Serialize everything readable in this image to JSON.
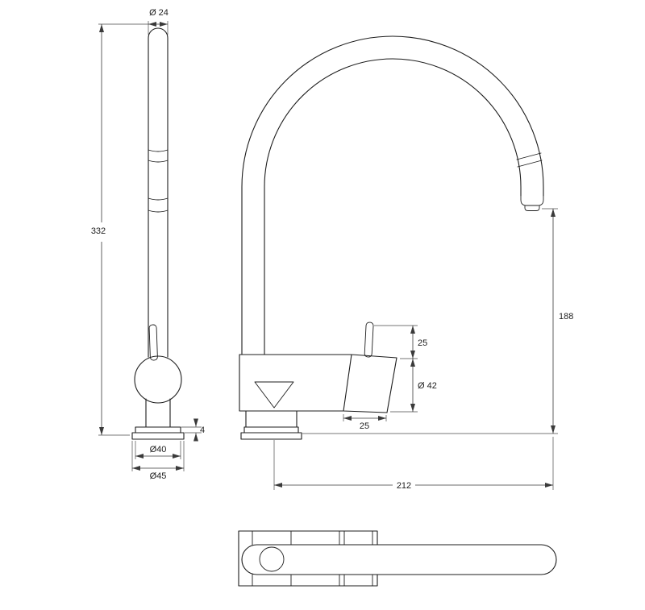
{
  "page": {
    "background": "#ffffff",
    "line_color": "#1d1d1d",
    "content": "technical drawing of kitchen mixer tap, three orthographic views with dimensions"
  },
  "labels": {
    "spout_tip_diameter": "Ø 24",
    "overall_height": "332",
    "flange_thickness": "4",
    "base_diameter": "Ø40",
    "escutcheon_diameter": "Ø45",
    "handle_height": "25",
    "body_diameter": "Ø 42",
    "cartridge_housing_width": "25",
    "spout_clearance_height": "188",
    "spout_reach": "212"
  }
}
